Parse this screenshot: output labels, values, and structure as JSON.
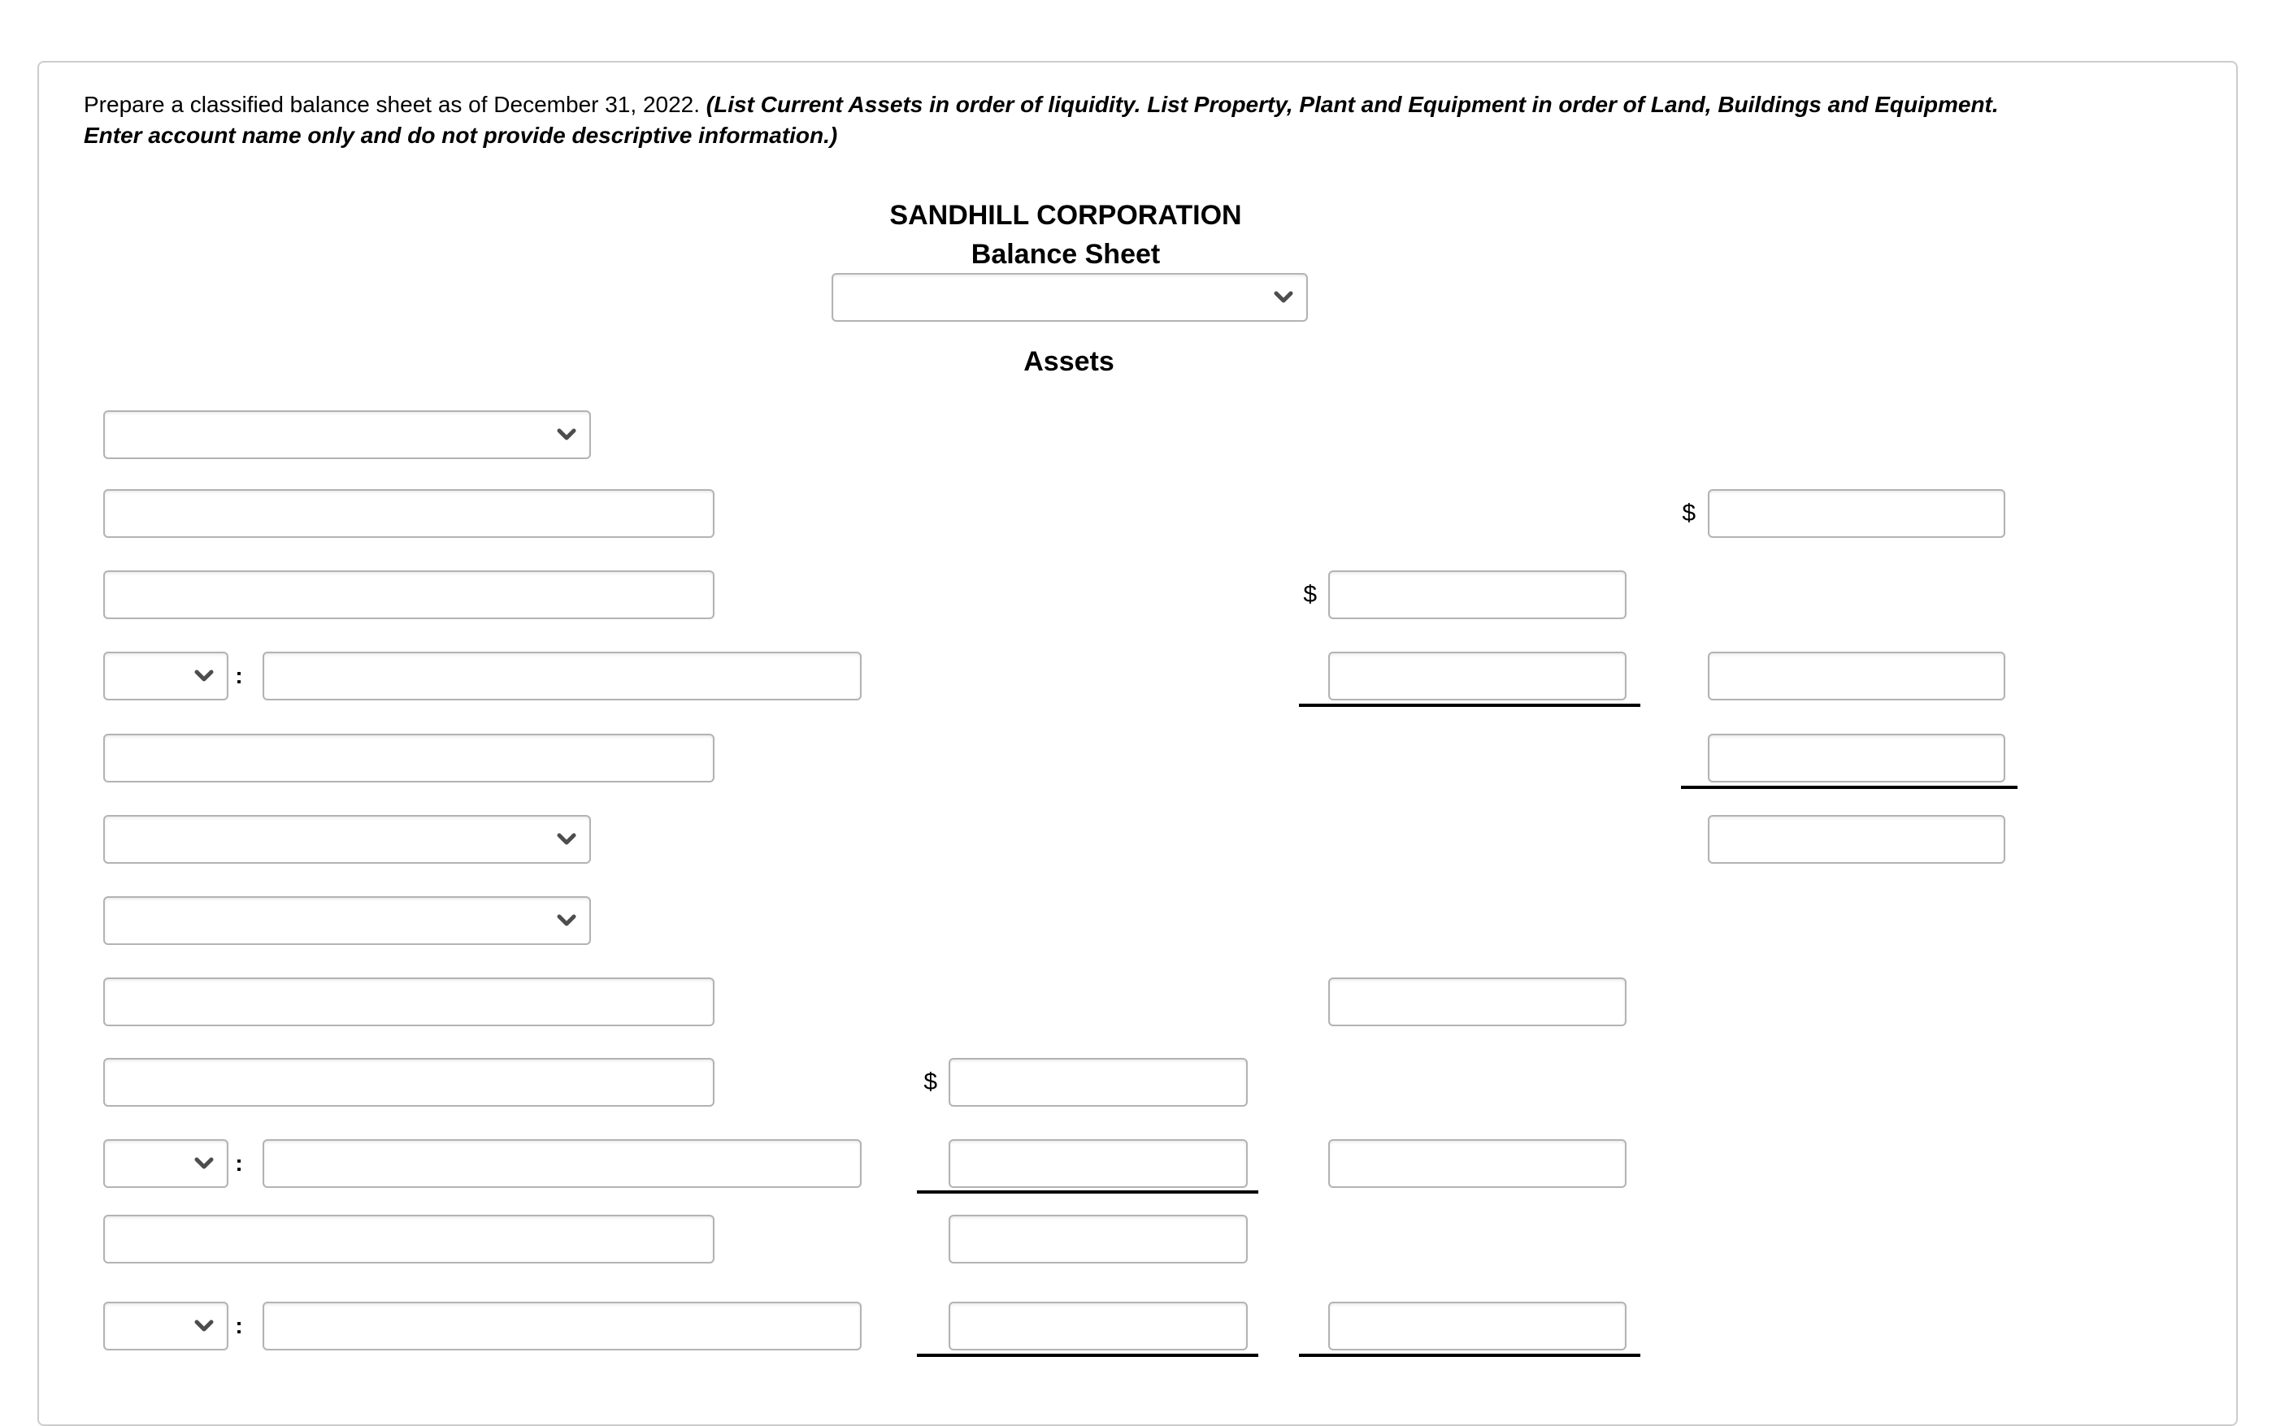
{
  "instructions": {
    "line1_normal": "Prepare a classified balance sheet as of December 31, 2022.",
    "line1_bold_italic": " (List Current Assets in order of liquidity. List Property, Plant and Equipment in order of Land, Buildings and Equipment.",
    "line2_bold_italic": "Enter account name only and do not provide descriptive information.)"
  },
  "statement": {
    "company": "SANDHILL CORPORATION",
    "title": "Balance Sheet",
    "section_heading": "Assets",
    "date_select_value": ""
  },
  "symbols": {
    "dollar": "$",
    "colon": ":"
  },
  "form": {
    "select_value": "",
    "input_value": ""
  }
}
